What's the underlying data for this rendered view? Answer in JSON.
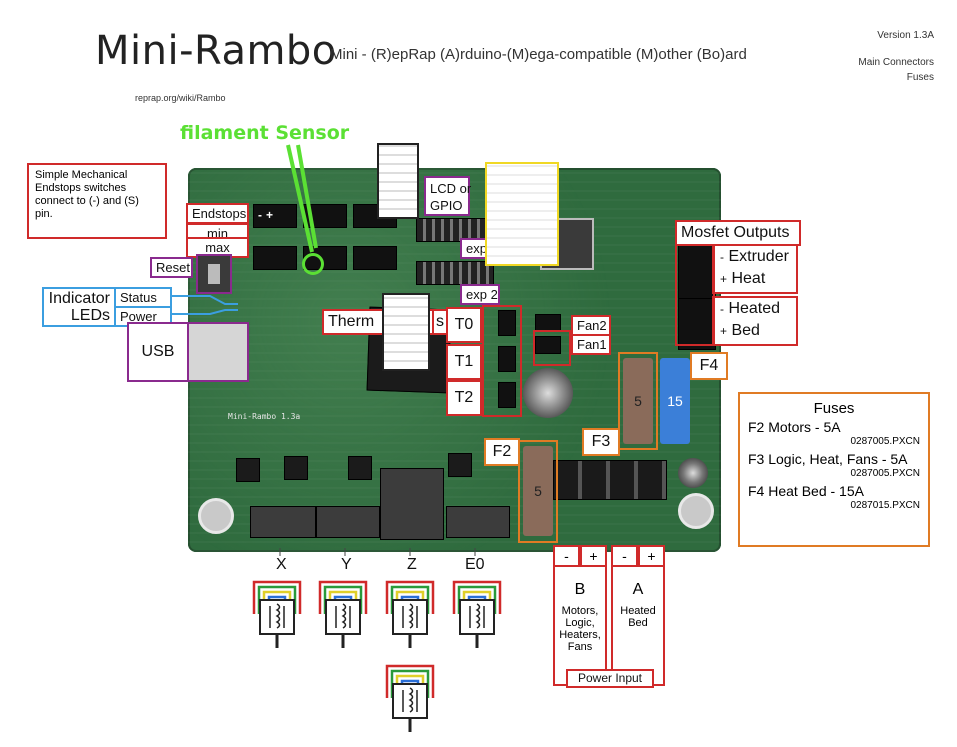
{
  "header": {
    "title": "Mini-Rambo",
    "subtitle": "Mini - (R)epRap (A)rduino-(M)ega-compatible (M)other (Bo)ard",
    "version": "Version 1.3A",
    "pages_1": "Main Connectors",
    "pages_2": "Fuses",
    "url": "reprap.org/wiki/Rambo",
    "filament": "filament Sensor"
  },
  "labels": {
    "endstop_note": "Simple Mechanical Endstops switches connect to (-) and (S) pin.",
    "endstops": "Endstops",
    "min": "min",
    "max": "max",
    "reset": "Reset",
    "indicator": "Indicator",
    "leds": "LEDs",
    "status": "Status",
    "power": "Power",
    "usb": "USB",
    "lcd": "LCD or",
    "gpio": "GPIO",
    "exp1": "exp 1",
    "exp2": "exp 2",
    "therm": "Therm",
    "therm_s": "s",
    "t0": "T0",
    "t1": "T1",
    "t2": "T2",
    "fan2": "Fan2",
    "fan1": "Fan1",
    "mosfet": "Mosfet Outputs",
    "extruder": "Extruder",
    "heat": "Heat",
    "heated": "Heated",
    "bed": "Bed",
    "minus": "-",
    "plus": "+",
    "f2": "F2",
    "f3": "F3",
    "f4": "F4",
    "board_name": "Mini-Rambo 1.3a",
    "fuse_5": "5",
    "fuse_15": "15"
  },
  "fuses_box": {
    "heading": "Fuses",
    "f2": "F2 Motors - 5A",
    "f2_part": "0287005.PXCN",
    "f3": "F3 Logic, Heat, Fans - 5A",
    "f3_part": "0287005.PXCN",
    "f4": "F4 Heat Bed - 15A",
    "f4_part": "0287015.PXCN"
  },
  "motors": [
    "X",
    "Y",
    "Z",
    "E0"
  ],
  "power_input": {
    "b": "B",
    "b_desc_1": "Motors,",
    "b_desc_2": "Logic,",
    "b_desc_3": "Heaters,",
    "b_desc_4": "Fans",
    "a": "A",
    "a_desc_1": "Heated",
    "a_desc_2": "Bed",
    "caption": "Power Input",
    "minus": "-",
    "plus": "+"
  },
  "colors": {
    "label_border": "#d02a2a",
    "purple": "#8a2a8e",
    "blue": "#3b9ee0",
    "orange": "#e07b24",
    "filament": "#5be034",
    "board": "#2f6b3e"
  }
}
